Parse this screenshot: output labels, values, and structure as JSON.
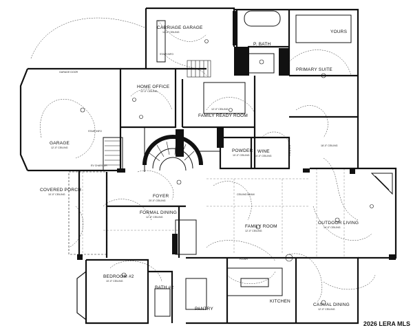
{
  "rooms": [
    {
      "id": "carriage-garage",
      "name": "CARRIAGE GARAGE",
      "detail": "12'-0\" CEILING"
    },
    {
      "id": "p-bath",
      "name": "P. BATH",
      "detail": ""
    },
    {
      "id": "yours",
      "name": "YOURS",
      "detail": ""
    },
    {
      "id": "primary-suite",
      "name": "PRIMARY SUITE",
      "detail": ""
    },
    {
      "id": "home-office",
      "name": "HOME OFFICE",
      "detail": "12'-0\" CEILING"
    },
    {
      "id": "family-ready-room",
      "name": "FAMILY READY ROOM",
      "detail": "12'-0\" CEILING"
    },
    {
      "id": "garage",
      "name": "GARAGE",
      "detail": "12'-0\" CEILING"
    },
    {
      "id": "powder",
      "name": "POWDER",
      "detail": "10'-0\" CEILING"
    },
    {
      "id": "wine",
      "name": "WINE",
      "detail": "10'-0\" CEILING"
    },
    {
      "id": "covered-porch",
      "name": "COVERED PORCH",
      "detail": "10'-0\" CEILING"
    },
    {
      "id": "foyer",
      "name": "FOYER",
      "detail": "20'-0\" CEILING"
    },
    {
      "id": "formal-dining",
      "name": "FORMAL DINING",
      "detail": "12'-0\" CEILING"
    },
    {
      "id": "outdoor-living",
      "name": "OUTDOOR LIVING",
      "detail": "14'-0\" CEILING"
    },
    {
      "id": "family-room",
      "name": "FAMILY ROOM",
      "detail": "12'-0\" CEILING"
    },
    {
      "id": "bedroom-2",
      "name": "BEDROOM #2",
      "detail": "10'-0\" CEILING"
    },
    {
      "id": "bath-2",
      "name": "BATH #2",
      "detail": ""
    },
    {
      "id": "pantry",
      "name": "PANTRY",
      "detail": ""
    },
    {
      "id": "kitchen",
      "name": "KITCHEN",
      "detail": ""
    },
    {
      "id": "casual-dining",
      "name": "CASUAL DINING",
      "detail": "12'-0\" CEILING"
    }
  ],
  "notes": {
    "garage_door": "GARAGE DOOR",
    "ev_charger": "EV CHARGER",
    "stair_carriage": "STAIR INFO",
    "stair_garage": "STAIR INFO",
    "beam": "CEILING BEAM",
    "ceiling_184": "18'-0\" CEILING",
    "flush": "FLUSH"
  },
  "watermark": "2026 LERA MLS"
}
